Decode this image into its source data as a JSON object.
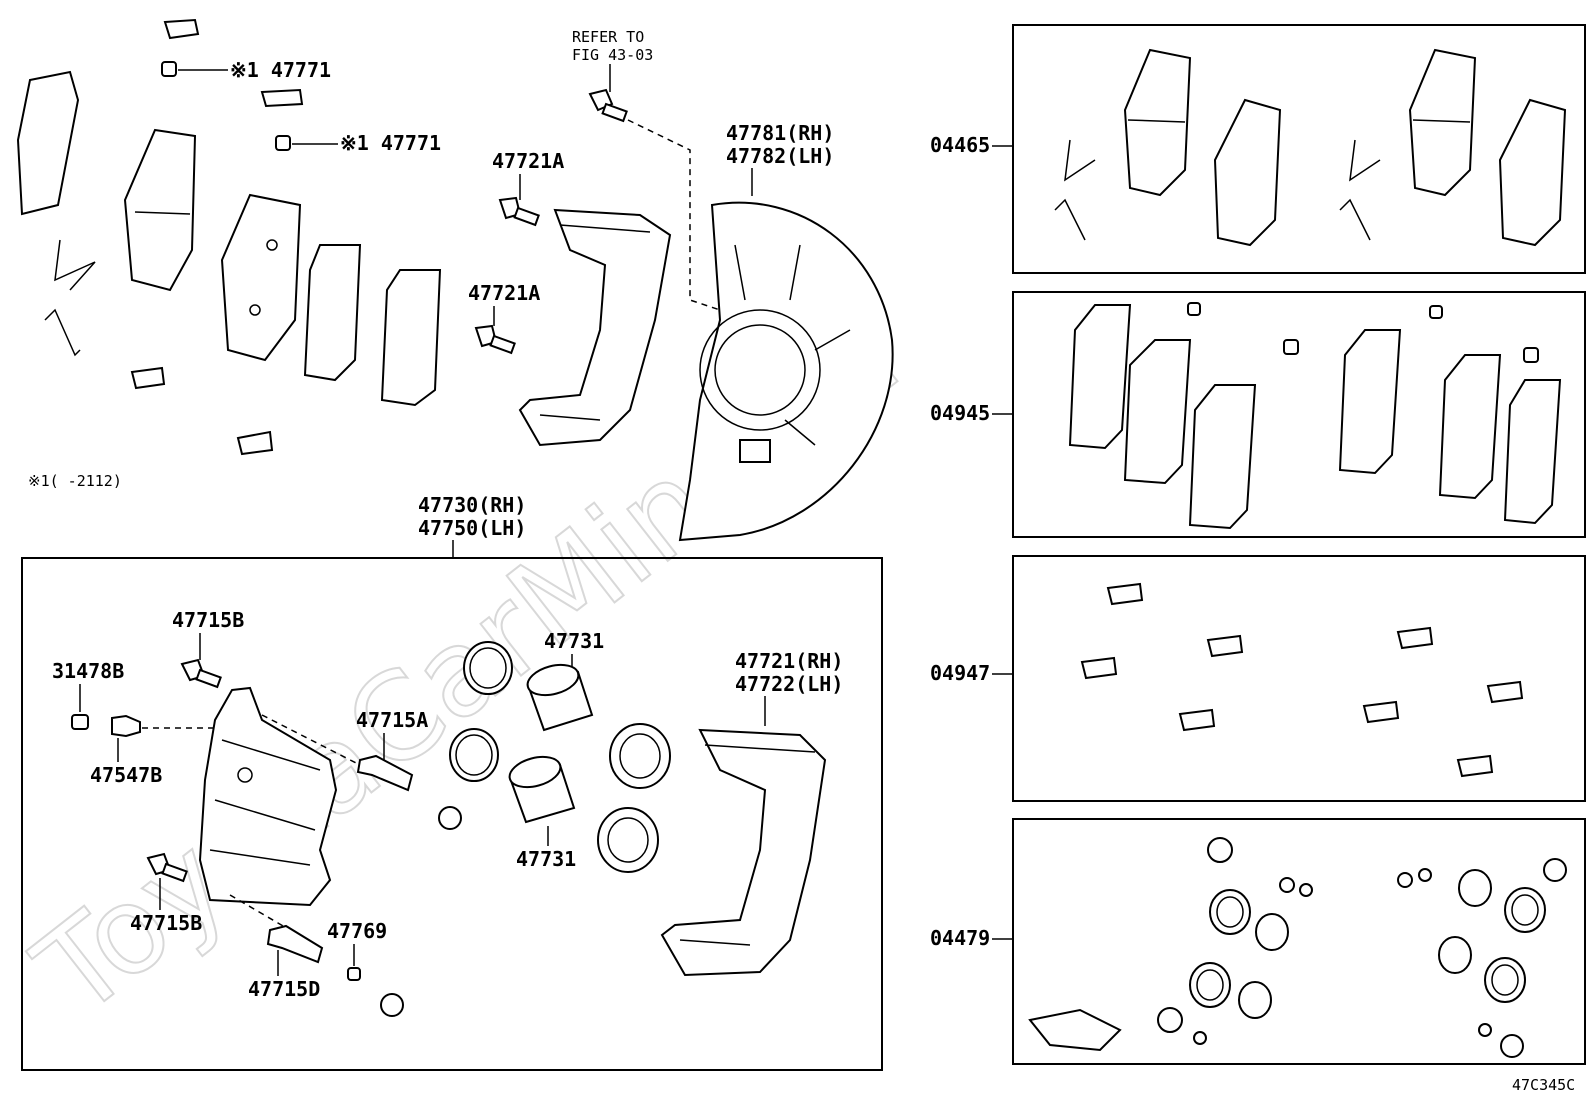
{
  "diagram_id": "47C345C",
  "footnote": "※1(      -2112)",
  "refer": {
    "line1": "REFER TO",
    "line2": "FIG 43-03"
  },
  "labels": {
    "clip_47771_a": "※1 47771",
    "clip_47771_b": "※1 47771",
    "bolt_47721A_a": "47721A",
    "bolt_47721A_b": "47721A",
    "shield_rh": "47781(RH)",
    "shield_lh": "47782(LH)",
    "caliper_rh": "47730(RH)",
    "caliper_lh": "47750(LH)",
    "bolt_47715B_top": "47715B",
    "bleeder_31478B": "31478B",
    "bleeder_47547B": "47547B",
    "pin_47715A": "47715A",
    "piston_47731_top": "47731",
    "piston_47731_bottom": "47731",
    "mount_rh": "47721(RH)",
    "mount_lh": "47722(LH)",
    "bolt_47715B_bottom": "47715B",
    "pin_47715D": "47715D",
    "boot_47769": "47769"
  },
  "kits": [
    {
      "number": "04465"
    },
    {
      "number": "04945"
    },
    {
      "number": "04947"
    },
    {
      "number": "04479"
    }
  ],
  "watermark": "ToyotaCarMine.ru",
  "colors": {
    "line": "#000000",
    "background": "#ffffff",
    "watermark": "#d8d8d8"
  }
}
